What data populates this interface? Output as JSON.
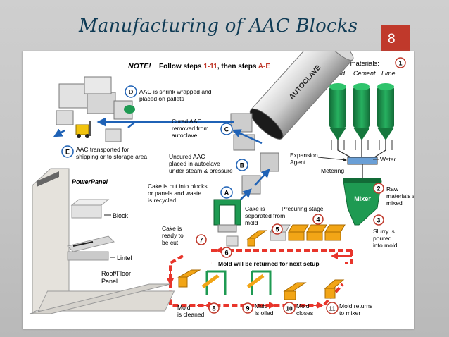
{
  "slide": {
    "title": "Manufacturing of AAC Blocks",
    "page_number": "8"
  },
  "note": {
    "prefix": "NOTE!",
    "text_before": "Follow steps ",
    "steps_numeric": "1-11",
    "text_middle": ", then steps ",
    "steps_alpha": "A-E"
  },
  "raw_materials": {
    "title": "Raw materials:",
    "items": [
      "Sand",
      "Cement",
      "Lime"
    ]
  },
  "labels": {
    "autoclave": "AUTOCLAVE",
    "expansion_line1": "Expansion",
    "expansion_line2": "Agent",
    "water": "Water",
    "metering": "Metering",
    "mixer": "Mixer",
    "powerpanel": "PowerPanel",
    "block": "Block",
    "lintel": "Lintel",
    "roof_line1": "Roof/Floor",
    "roof_line2": "Panel",
    "precuring": "Precuring stage",
    "mold_return": "Mold will be returned for next setup"
  },
  "steps": {
    "s1": "1",
    "s2": {
      "num": "2",
      "l1": "Raw",
      "l2": "materials are",
      "l3": "mixed"
    },
    "s3": {
      "num": "3",
      "l1": "Slurry is",
      "l2": "poured",
      "l3": "into mold"
    },
    "s4": "4",
    "s5": {
      "num": "5",
      "l1": "Cake is",
      "l2": "separated from",
      "l3": "mold"
    },
    "s6": "6",
    "s7": {
      "num": "7",
      "l1": "Cake is",
      "l2": "ready to",
      "l3": "be cut"
    },
    "s8": {
      "num": "8",
      "l1": "Mold",
      "l2": "is cleaned"
    },
    "s9": {
      "num": "9",
      "l1": "Mold",
      "l2": "is oiled"
    },
    "s10": {
      "num": "10",
      "l1": "Mold",
      "l2": "closes"
    },
    "s11": {
      "num": "11",
      "l1": "Mold returns",
      "l2": "to mixer"
    },
    "sA": {
      "num": "A",
      "l1": "Cake is cut into blocks",
      "l2": "or panels and waste",
      "l3": "is recycled"
    },
    "sB": {
      "num": "B",
      "l1": "Uncured AAC",
      "l2": "placed in autoclave",
      "l3": "under steam & pressure"
    },
    "sC": {
      "num": "C",
      "l1": "Cured AAC",
      "l2": "removed from",
      "l3": "autoclave"
    },
    "sD": {
      "num": "D",
      "l1": "AAC is shrink wrapped and",
      "l2": "placed on pallets"
    },
    "sE": {
      "num": "E",
      "l1": "AAC transported for",
      "l2": "shipping or to storage area"
    }
  },
  "colors": {
    "title": "#0f3b55",
    "accent_red": "#c0392b",
    "silo_green": "#1e9a52",
    "conveyor_red": "#e8352b",
    "flow_blue": "#1f62b6",
    "mold_orange": "#f2a516",
    "cake_gray": "#cdcdcd"
  }
}
